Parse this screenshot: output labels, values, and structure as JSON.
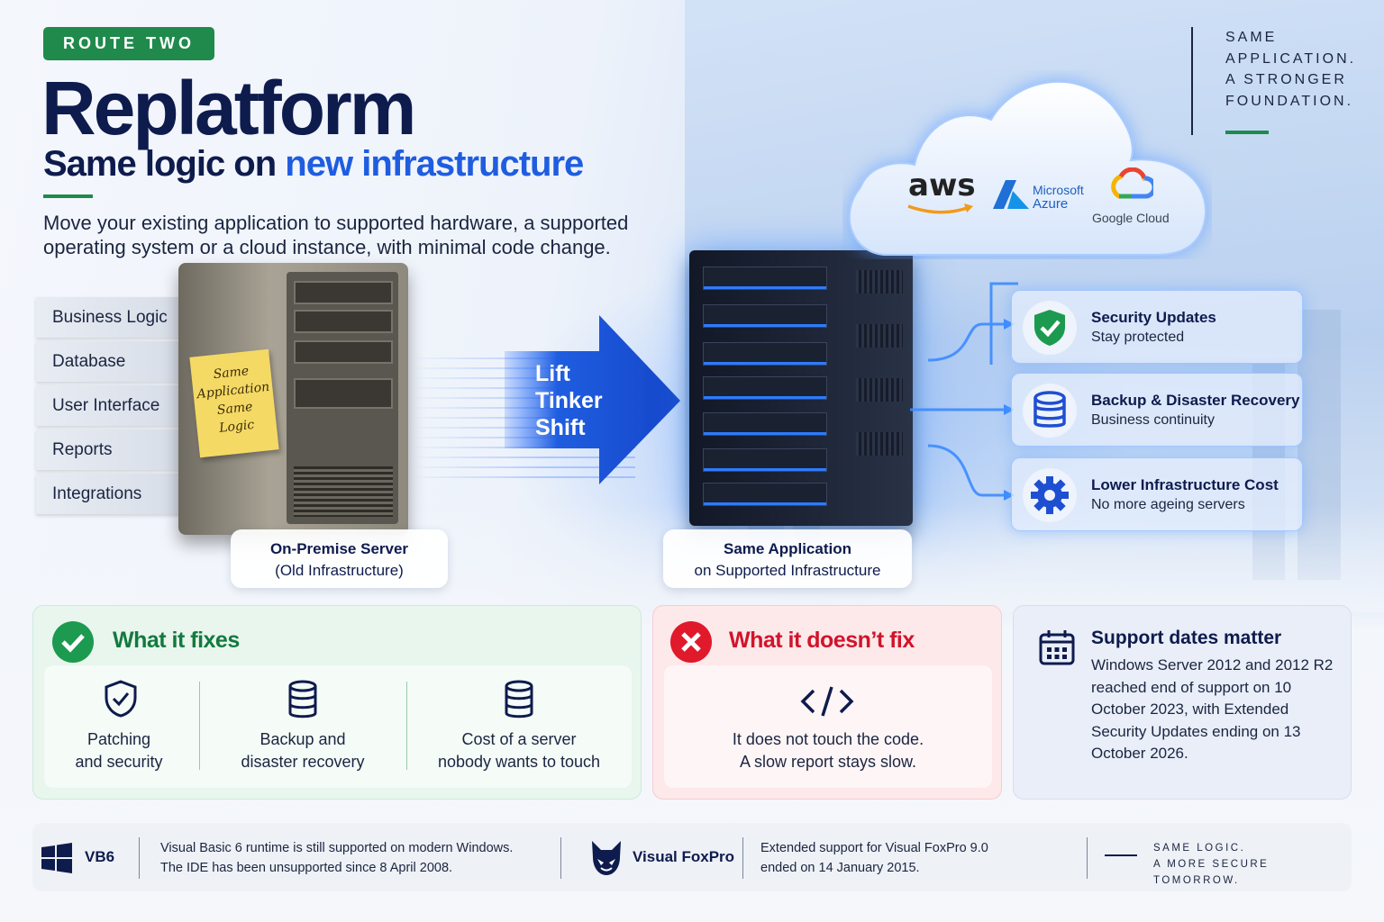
{
  "header": {
    "route_badge": "ROUTE TWO",
    "title": "Replatform",
    "subtitle_lead": "Same logic on ",
    "subtitle_accent": "new infrastructure",
    "lead_text": "Move your existing application to supported hardware, a supported operating system or a cloud instance, with minimal code change.",
    "tagline": [
      "SAME",
      "APPLICATION.",
      "A STRONGER",
      "FOUNDATION."
    ]
  },
  "layers": [
    "Business Logic",
    "Database",
    "User Interface",
    "Reports",
    "Integrations"
  ],
  "sticky_note": [
    "Same",
    "Application",
    "Same",
    "Logic"
  ],
  "old_server": {
    "title": "On-Premise Server",
    "subtitle": "(Old Infrastructure)"
  },
  "arrow_words": [
    "Lift",
    "Tinker",
    "Shift"
  ],
  "new_server": {
    "title": "Same Application",
    "subtitle": "on Supported Infrastructure"
  },
  "cloud": {
    "aws": "aws",
    "azure_1": "Microsoft",
    "azure_2": "Azure",
    "google": "Google Cloud"
  },
  "benefits": [
    {
      "title": "Security Updates",
      "subtitle": "Stay protected",
      "icon": "shield-check-icon"
    },
    {
      "title": "Backup & Disaster Recovery",
      "subtitle": "Business continuity",
      "icon": "database-icon"
    },
    {
      "title": "Lower Infrastructure Cost",
      "subtitle": "No more ageing servers",
      "icon": "gear-icon"
    }
  ],
  "fixes": {
    "heading": "What it fixes",
    "items": [
      {
        "line1": "Patching",
        "line2": "and security",
        "icon": "shield-icon"
      },
      {
        "line1": "Backup and",
        "line2": "disaster recovery",
        "icon": "database-icon"
      },
      {
        "line1": "Cost of a server",
        "line2": "nobody wants to touch",
        "icon": "database-icon"
      }
    ]
  },
  "not_fix": {
    "heading": "What it doesn’t fix",
    "line1": "It does not touch the code.",
    "line2": "A slow report stays slow.",
    "icon": "code-icon"
  },
  "support": {
    "heading": "Support dates matter",
    "body": "Windows Server 2012 and 2012 R2 reached end of support on 10 October 2023, with Extended Security Updates ending on 13 October 2026."
  },
  "footer": {
    "vb6_label": "VB6",
    "vb6_line1": "Visual Basic 6 runtime is still supported on modern Windows.",
    "vb6_line2": "The IDE has been unsupported since 8 April 2008.",
    "fox_label": "Visual FoxPro",
    "fox_line1": "Extended support for Visual FoxPro 9.0",
    "fox_line2": "ended on 14 January 2015.",
    "closing_1": "SAME LOGIC.",
    "closing_2": "A MORE SECURE TOMORROW."
  },
  "colors": {
    "brand_green": "#1f8a4c",
    "accent_blue": "#1f5de0",
    "navy": "#0e1b4d",
    "danger_red": "#e0192b"
  }
}
